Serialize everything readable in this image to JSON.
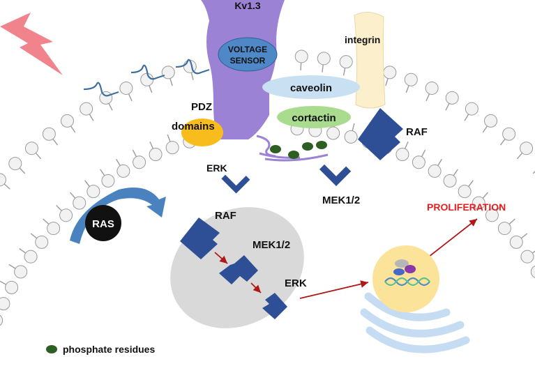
{
  "labels": {
    "kv13": "Kv1.3",
    "voltage_sensor_line1": "VOLTAGE",
    "voltage_sensor_line2": "SENSOR",
    "integrin": "integrin",
    "caveolin": "caveolin",
    "cortactin": "cortactin",
    "pdz_line1": "PDZ",
    "pdz_line2": "domains",
    "raf_membrane": "RAF",
    "erk_top": "ERK",
    "mek_top": "MEK1/2",
    "ras": "RAS",
    "raf_cascade": "RAF",
    "mek_cascade": "MEK1/2",
    "erk_cascade": "ERK",
    "proliferation": "PROLIFERATION",
    "legend_phosphate": "phosphate residues"
  },
  "colors": {
    "channel": "#9c82d4",
    "voltage_sensor": "#4f88c6",
    "caveolin": "#c9dff2",
    "cortactin": "#a9dc8e",
    "integrin": "#fbefcc",
    "pdz": "#f8bd1c",
    "kinase": "#2e4f96",
    "phosphate": "#2d5e22",
    "ras_circle": "#111111",
    "ras_arrow": "#4a82c0",
    "cascade_ellipse": "#d9d9d9",
    "nucleus": "#fbe39a",
    "er": "#c5dcf2",
    "signal_arrow": "#b01818",
    "lightning": "#f0838c",
    "membrane_lipid": "#f2f2f2"
  }
}
